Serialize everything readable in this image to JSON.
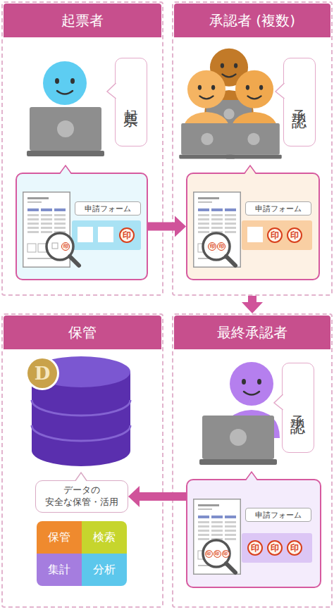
{
  "diagram": {
    "nodes": [
      {
        "text": [
          "起票者"
        ]
      },
      {
        "text": [
          "起票"
        ],
        "in": 0
      },
      {
        "text": [
          "申請フォーム"
        ],
        "in": 0
      },
      {
        "text": [
          "承認者 (複数)"
        ]
      },
      {
        "text": [
          "承認"
        ],
        "in": 3
      },
      {
        "text": [
          "申請フォーム"
        ],
        "in": 3
      },
      {
        "text": [
          "保管"
        ]
      },
      {
        "text": [
          "データの 安全な保管・活用"
        ],
        "in": 6
      },
      {
        "text": [
          "保管"
        ],
        "in": 6
      },
      {
        "text": [
          "検索"
        ],
        "in": 6
      },
      {
        "text": [
          "集計"
        ],
        "in": 6
      },
      {
        "text": [
          "分析"
        ],
        "in": 6
      },
      {
        "text": [
          "最終承認者"
        ]
      },
      {
        "text": [
          "承認"
        ],
        "in": 12
      },
      {
        "text": [
          "申請フォーム"
        ],
        "in": 12
      }
    ],
    "edges": [
      {
        "from": 2,
        "to": 5,
        "arrow": "to"
      },
      {
        "from": 3,
        "to": 12,
        "arrow": "to"
      },
      {
        "from": 14,
        "to": 7,
        "arrow": "to"
      }
    ],
    "labels": [
      "印",
      "印",
      "印",
      "印",
      "印",
      "印",
      "D",
      "印",
      "印",
      "印",
      "印",
      "印",
      "印"
    ]
  }
}
